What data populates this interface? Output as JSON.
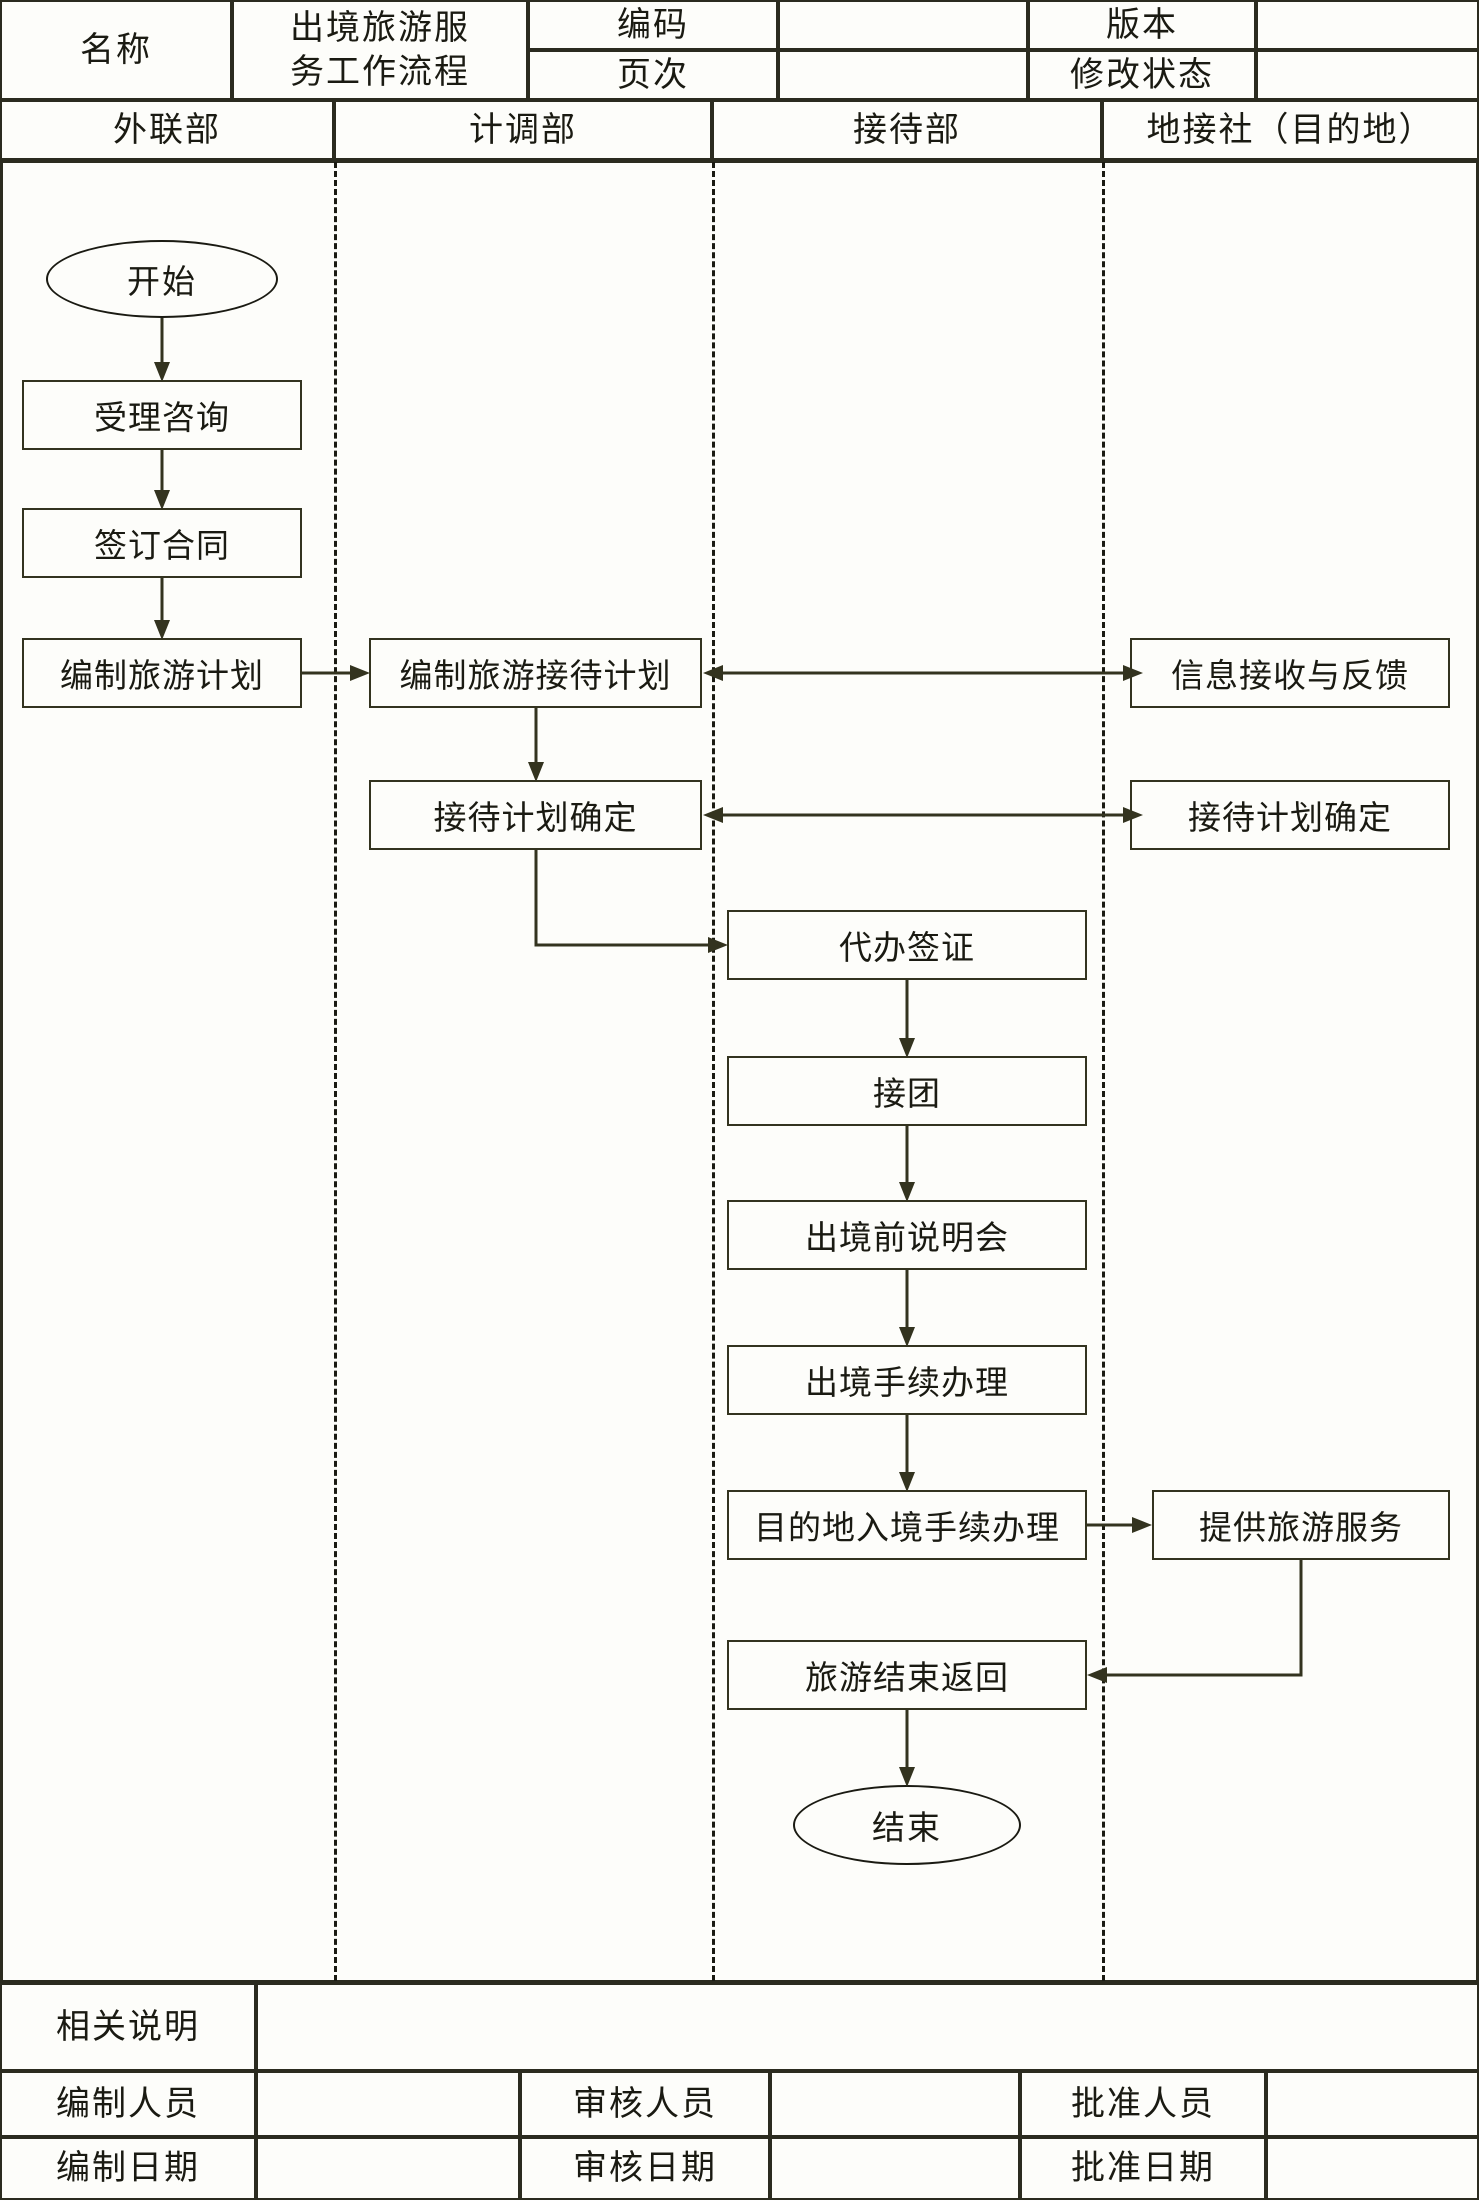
{
  "header": {
    "name_label": "名称",
    "title_value": "出境旅游服\n务工作流程",
    "code_label": "编码",
    "code_value": "",
    "version_label": "版本",
    "version_value": "",
    "page_label": "页次",
    "page_value": "",
    "revision_label": "修改状态",
    "revision_value": ""
  },
  "lanes": [
    {
      "label": "外联部"
    },
    {
      "label": "计调部"
    },
    {
      "label": "接待部"
    },
    {
      "label": "地接社（目的地）"
    }
  ],
  "nodes": {
    "start": "开始",
    "accept_consult": "受理咨询",
    "sign_contract": "签订合同",
    "make_travel_plan": "编制旅游计划",
    "make_reception_plan": "编制旅游接待计划",
    "reception_plan_confirm_mid": "接待计划确定",
    "info_receive_feedback": "信息接收与反馈",
    "reception_plan_confirm_right": "接待计划确定",
    "visa_agency": "代办签证",
    "meet_group": "接团",
    "pre_departure_briefing": "出境前说明会",
    "exit_formalities": "出境手续办理",
    "destination_entry_formalities": "目的地入境手续办理",
    "provide_tour_service": "提供旅游服务",
    "tour_end_return": "旅游结束返回",
    "end": "结束"
  },
  "footer": {
    "notes_label": "相关说明",
    "notes_value": "",
    "prepared_by_label": "编制人员",
    "prepared_by_value": "",
    "reviewed_by_label": "审核人员",
    "reviewed_by_value": "",
    "approved_by_label": "批准人员",
    "approved_by_value": "",
    "prepared_date_label": "编制日期",
    "prepared_date_value": "",
    "reviewed_date_label": "审核日期",
    "reviewed_date_value": "",
    "approved_date_label": "批准日期",
    "approved_date_value": ""
  },
  "colors": {
    "ink": "#1a1a12",
    "box_stroke": "#33331f",
    "paper": "#fdfdfa"
  }
}
